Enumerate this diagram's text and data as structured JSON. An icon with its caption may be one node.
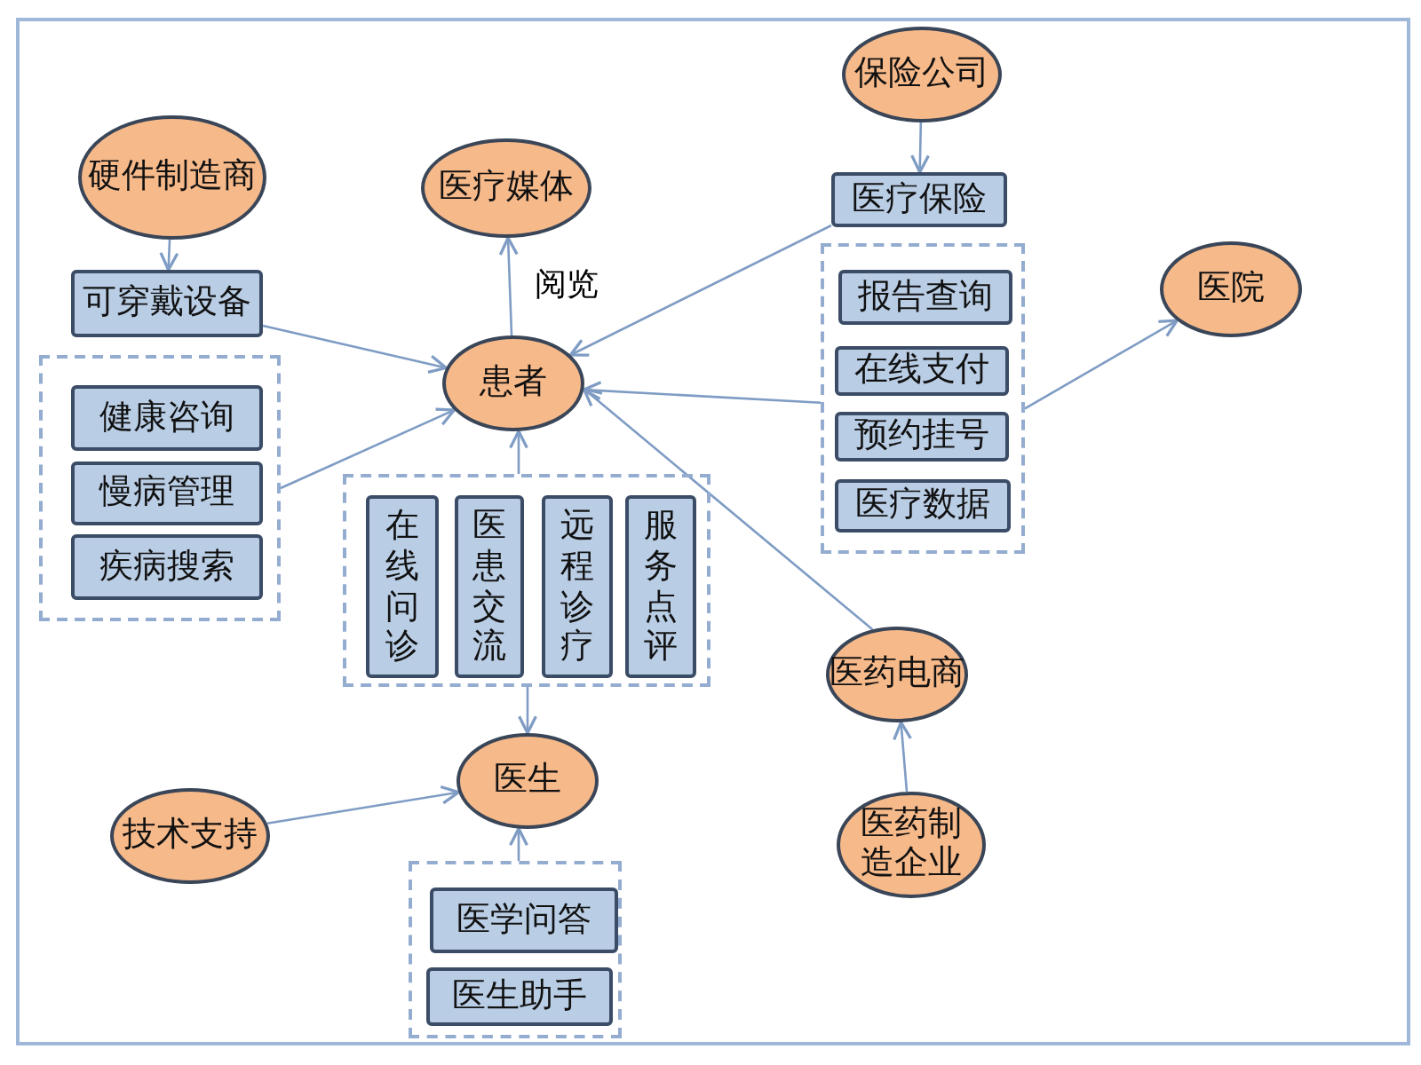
{
  "diagram": {
    "nodes": [
      {
        "text": [
          "硬件制造商"
        ]
      },
      {
        "text": [
          "医疗媒体"
        ]
      },
      {
        "text": [
          "保险公司"
        ]
      },
      {
        "text": [
          "可穿戴设备"
        ]
      },
      {
        "text": [
          "医疗保险"
        ]
      },
      {
        "text": [],
        "shape": "box"
      },
      {
        "text": [
          "健康咨询"
        ],
        "in": 5
      },
      {
        "text": [
          "慢病管理"
        ],
        "in": 5
      },
      {
        "text": [
          "疾病搜索"
        ],
        "in": 5
      },
      {
        "text": [
          "患者"
        ]
      },
      {
        "text": [],
        "shape": "box"
      },
      {
        "text": [
          "报告查询"
        ],
        "in": 10
      },
      {
        "text": [
          "在线支付"
        ],
        "in": 10
      },
      {
        "text": [
          "预约挂号"
        ],
        "in": 10
      },
      {
        "text": [
          "医疗数据"
        ],
        "in": 10
      },
      {
        "text": [
          "医院"
        ]
      },
      {
        "text": [],
        "shape": "box"
      },
      {
        "text": [
          "在线问诊"
        ],
        "in": 16
      },
      {
        "text": [
          "医患交流"
        ],
        "in": 16
      },
      {
        "text": [
          "远程诊疗"
        ],
        "in": 16
      },
      {
        "text": [
          "服务点评"
        ],
        "in": 16
      },
      {
        "text": [
          "医药电商"
        ]
      },
      {
        "text": [
          "医生"
        ]
      },
      {
        "text": [
          "技术支持"
        ]
      },
      {
        "text": [],
        "shape": "box"
      },
      {
        "text": [
          "医学问答"
        ],
        "in": 24
      },
      {
        "text": [
          "医生助手"
        ],
        "in": 24
      },
      {
        "text": [
          "医药制造企业"
        ]
      }
    ],
    "edges": [
      {
        "from": 0,
        "to": 3,
        "arrow": "to"
      },
      {
        "from": 3,
        "to": 9,
        "arrow": "to"
      },
      {
        "from": 5,
        "to": 9,
        "arrow": "to"
      },
      {
        "from": 9,
        "to": 1,
        "arrow": "to",
        "label": "阅览"
      },
      {
        "from": 4,
        "to": 9,
        "arrow": "to"
      },
      {
        "from": 2,
        "to": 4,
        "arrow": "to"
      },
      {
        "from": 10,
        "to": 9,
        "arrow": "to"
      },
      {
        "from": 10,
        "to": 15,
        "arrow": "to"
      },
      {
        "from": 21,
        "to": 9,
        "arrow": "to"
      },
      {
        "from": 16,
        "to": 9,
        "arrow": "to"
      },
      {
        "from": 16,
        "to": 22,
        "arrow": "to"
      },
      {
        "from": 23,
        "to": 22,
        "arrow": "to"
      },
      {
        "from": 24,
        "to": 22,
        "arrow": "to"
      },
      {
        "from": 27,
        "to": 21,
        "arrow": "to"
      }
    ]
  }
}
